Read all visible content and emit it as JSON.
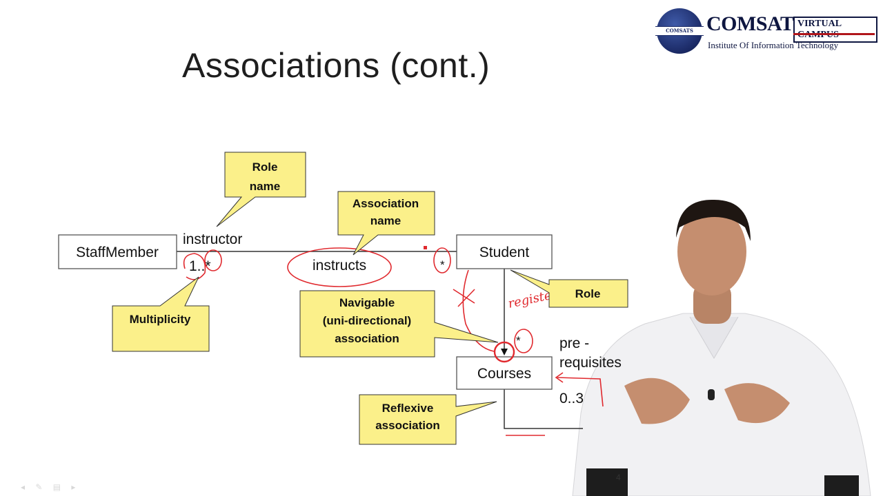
{
  "slide": {
    "title": "Associations (cont.)",
    "page_number": "4",
    "nav_glyphs": "◂ ✎ ▤ ▸"
  },
  "logo": {
    "emblem_text": "COMSATS",
    "main": "COMSATS",
    "tag": "VIRTUAL CAMPUS",
    "subtitle": "Institute Of Information Technology",
    "colors": {
      "navy": "#0e1640",
      "red": "#b0151a"
    }
  },
  "diagram": {
    "classes": {
      "staff": "StaffMember",
      "student": "Student",
      "courses": "Courses"
    },
    "labels": {
      "role_instructor": "instructor",
      "assoc_instructs": "instructs",
      "mult_one_many": "1..*",
      "mult_many_student": "*",
      "mult_many_courses": "*",
      "prereq_line1": "pre -",
      "prereq_line2": "requisites",
      "mult_zero_three": "0..3",
      "handwritten": "register"
    },
    "callouts": {
      "role_name": [
        "Role",
        "name"
      ],
      "association_name": [
        "Association",
        "name"
      ],
      "multiplicity": [
        "Multiplicity"
      ],
      "navigable": [
        "Navigable",
        "(uni-directional)",
        "association"
      ],
      "role": [
        "Role"
      ],
      "reflexive": [
        "Reflexive",
        "association"
      ]
    },
    "colors": {
      "callout_fill": "#fbf08a",
      "callout_stroke": "#333333",
      "annotation": "#e0292e"
    }
  }
}
